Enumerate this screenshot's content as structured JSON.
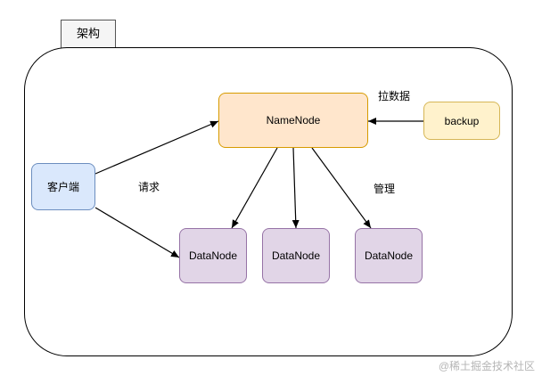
{
  "diagram": {
    "frame_title": "架构",
    "nodes": {
      "client": "客户端",
      "namenode": "NameNode",
      "backup": "backup",
      "datanodes": [
        "DataNode",
        "DataNode",
        "DataNode"
      ]
    },
    "edge_labels": {
      "request": "请求",
      "pull_data": "拉数据",
      "manage": "管理"
    },
    "colors": {
      "client_fill": "#dae8fc",
      "client_stroke": "#6c8ebf",
      "namenode_fill": "#ffe6cc",
      "namenode_stroke": "#d79b00",
      "backup_fill": "#fff2cc",
      "backup_stroke": "#d6b656",
      "datanode_fill": "#e1d5e7",
      "datanode_stroke": "#9673a6"
    }
  },
  "watermark": "@稀土掘金技术社区"
}
